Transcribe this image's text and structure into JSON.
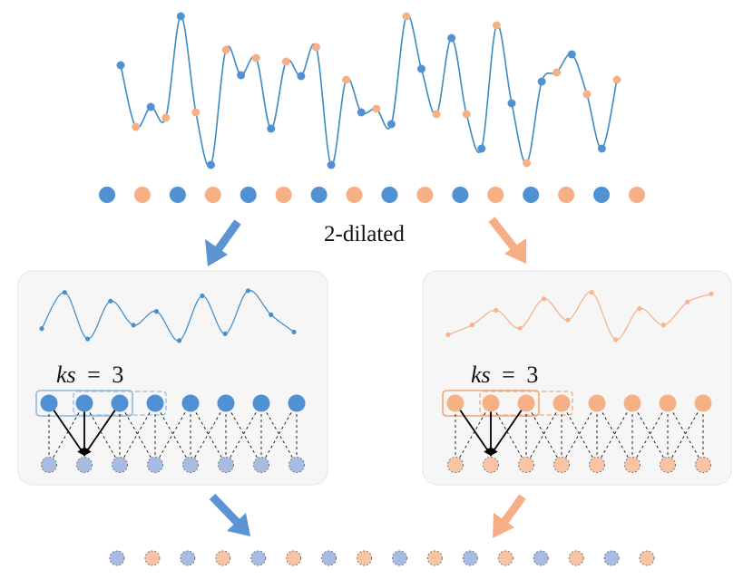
{
  "caption": "2-dilated",
  "kernel_label_var": "ks",
  "kernel_label_eq": "=",
  "kernel_label_value": "3",
  "colors": {
    "blue": "#4f91d3",
    "orange": "#f5b085",
    "panel_bg": "#f6f6f6",
    "panel_border": "#e6e6e6",
    "light_blue_node": "#a7bbe3",
    "light_orange_node": "#f8c4a3",
    "line_blue": "#3f8bbd",
    "arrow_blue": "#5b93d3",
    "arrow_orange": "#f5ae85"
  },
  "series": {
    "top_signal": [
      72,
      140,
      118,
      130,
      18,
      124,
      182,
      55,
      83,
      64,
      142,
      68,
      84,
      52,
      182,
      88,
      124,
      120,
      137,
      18,
      76,
      126,
      42,
      126,
      164,
      28,
      114,
      180,
      90,
      80,
      60,
      104,
      164,
      88
    ],
    "blue_sub": [
      -0.2,
      0.85,
      -0.5,
      0.6,
      -0.1,
      0.3,
      -0.55,
      0.75,
      -0.35,
      0.9,
      0.2,
      -0.3
    ],
    "orange_sub": [
      -0.4,
      -0.1,
      0.35,
      -0.2,
      0.7,
      0.05,
      0.9,
      -0.55,
      0.4,
      -0.1,
      0.6,
      0.85
    ]
  },
  "sequence_top": [
    "blue",
    "orange",
    "blue",
    "orange",
    "blue",
    "orange",
    "blue",
    "orange",
    "blue",
    "orange",
    "blue",
    "orange",
    "blue",
    "orange",
    "blue",
    "orange"
  ],
  "sequence_bottom": [
    "blue",
    "orange",
    "blue",
    "orange",
    "blue",
    "orange",
    "blue",
    "orange",
    "blue",
    "orange",
    "blue",
    "orange",
    "blue",
    "orange",
    "blue",
    "orange"
  ],
  "panel_node_count": 8
}
